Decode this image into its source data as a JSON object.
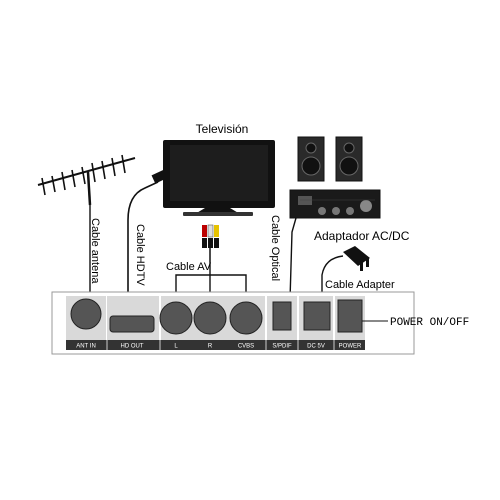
{
  "labels": {
    "tv": "Televisión",
    "cable_antena": "Cable antena",
    "cable_hdtv": "Cable HDTV",
    "cable_av": "Cable AV",
    "cable_optical": "Cable Optical",
    "adapter_acdc": "Adaptador AC/DC",
    "cable_adapter": "Cable Adapter",
    "power_onoff": "POWER ON/OFF"
  },
  "ports": {
    "ant_in": "ANT IN",
    "hd_out": "HD OUT",
    "l": "L",
    "r": "R",
    "cvbs": "CVBS",
    "spdif": "S/PDIF",
    "dc5v": "DC 5V",
    "power": "POWER"
  },
  "icons": [
    "antenna-icon",
    "television-icon",
    "speaker-icon",
    "amplifier-icon",
    "power-adapter-icon",
    "rca-plug-icon",
    "hdmi-plug-icon"
  ]
}
